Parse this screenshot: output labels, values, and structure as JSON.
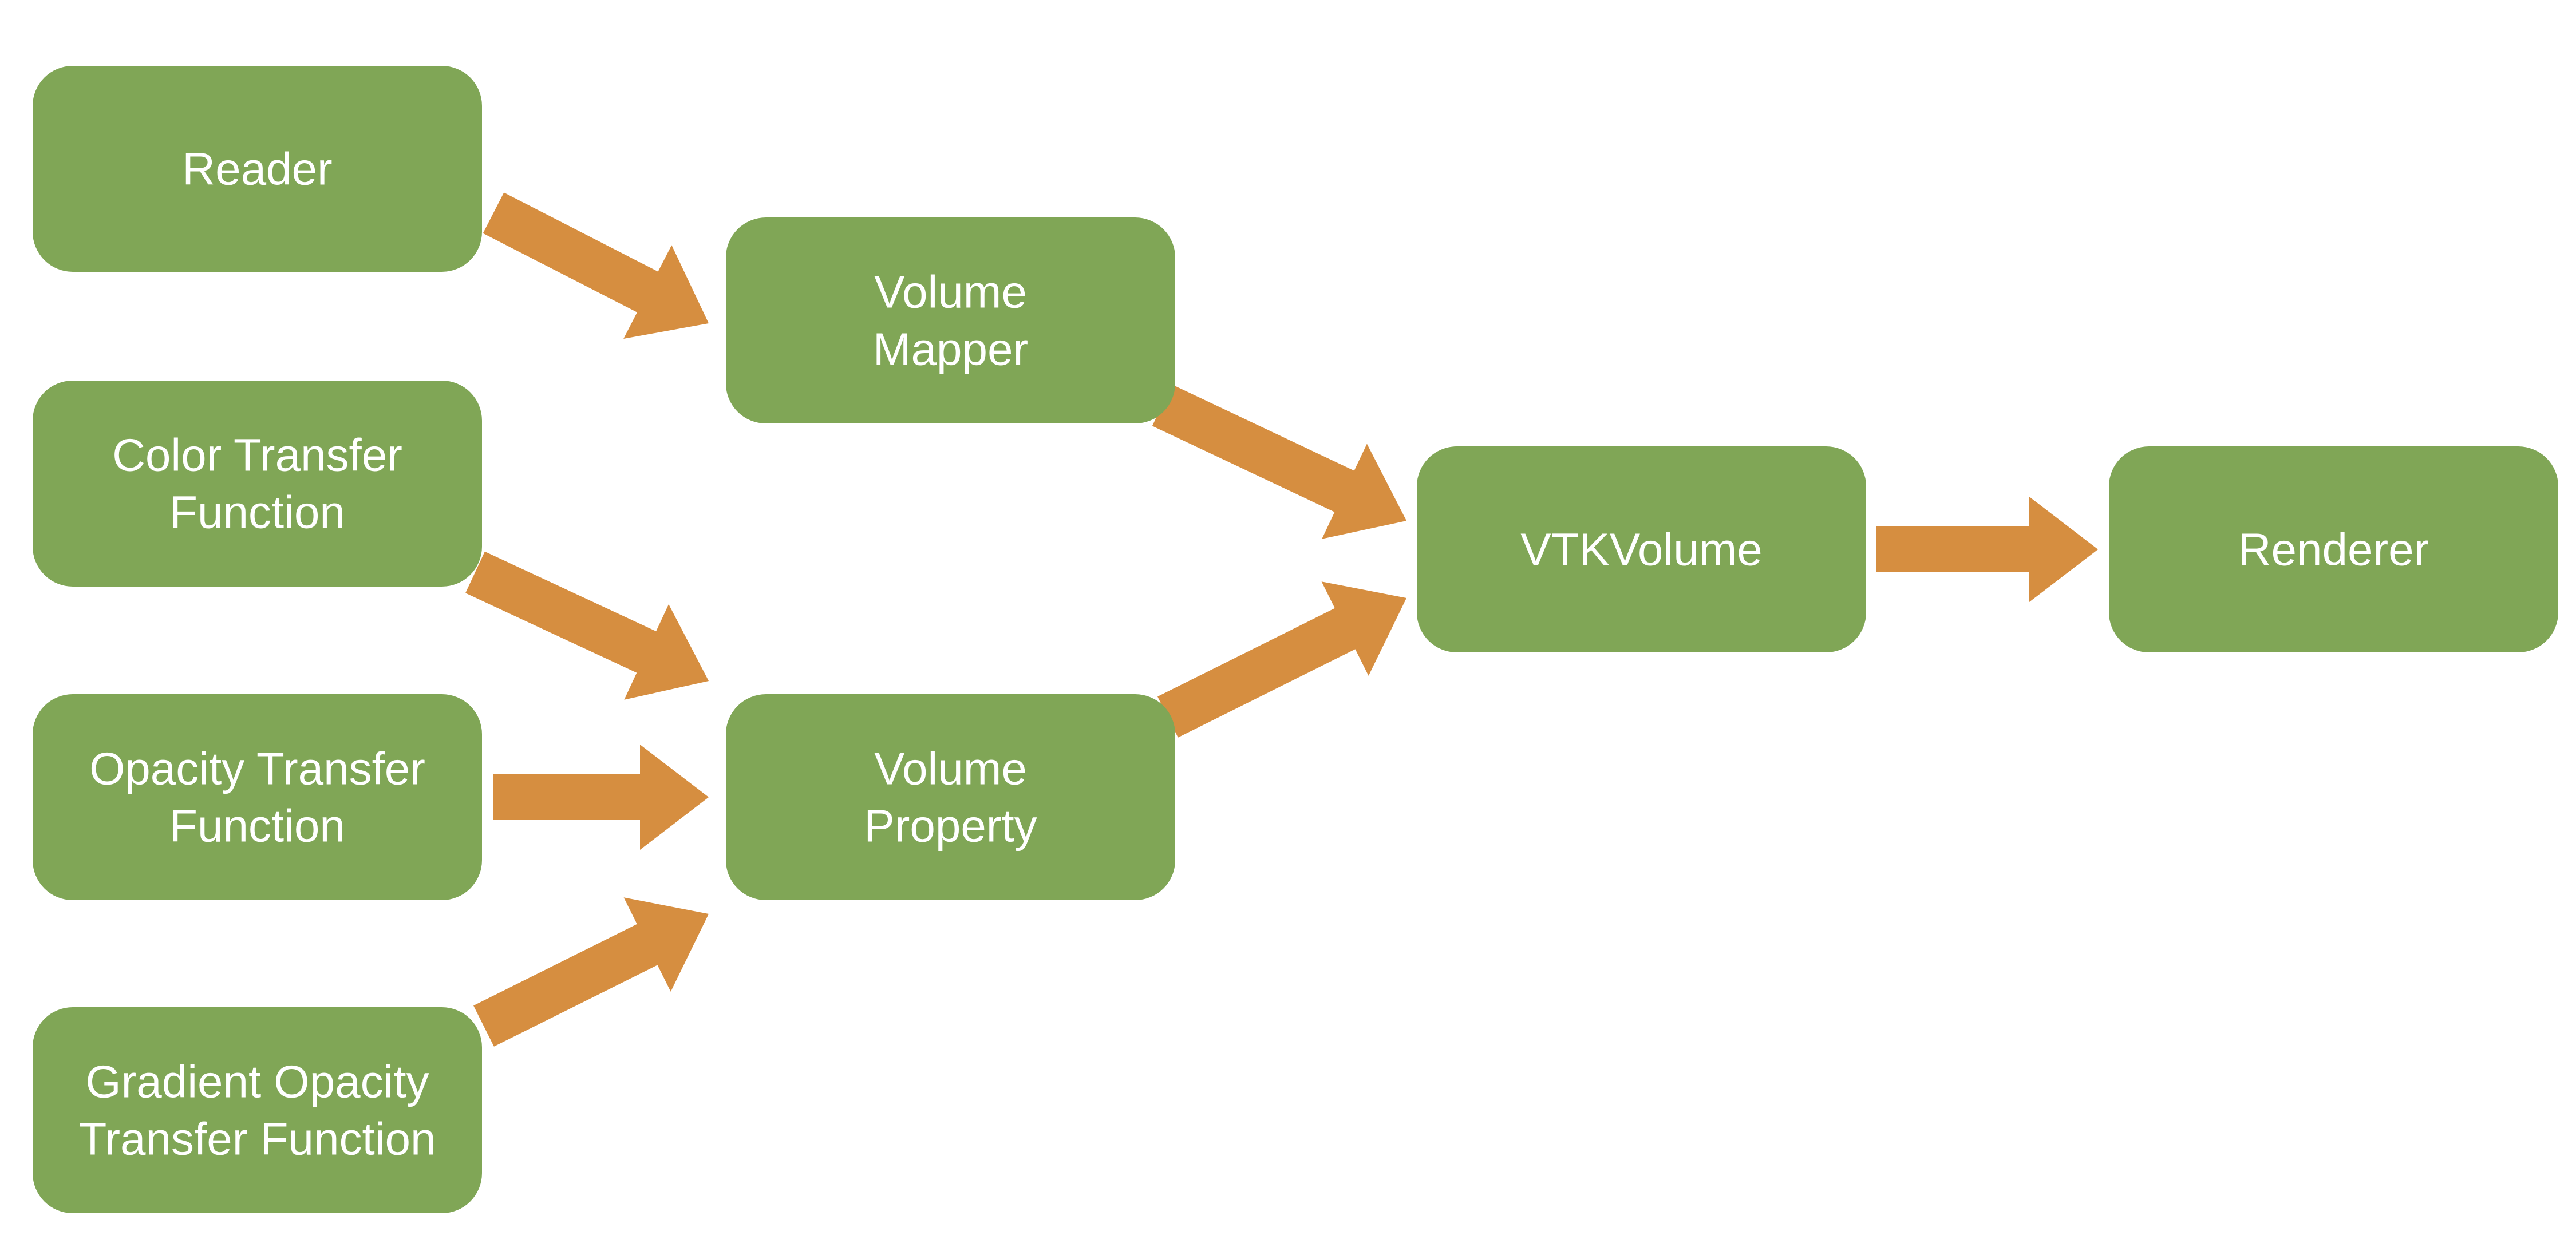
{
  "colors": {
    "node_fill": "#80A656",
    "edge_fill": "#D68E40",
    "text": "#FFFFFF",
    "background": "#FFFFFF"
  },
  "nodes": [
    {
      "id": "reader",
      "lines": [
        "Reader"
      ]
    },
    {
      "id": "color-transfer-function",
      "lines": [
        "Color Transfer",
        "Function"
      ]
    },
    {
      "id": "opacity-transfer-function",
      "lines": [
        "Opacity Transfer",
        "Function"
      ]
    },
    {
      "id": "gradient-opacity-transfer-function",
      "lines": [
        "Gradient Opacity",
        "Transfer Function"
      ]
    },
    {
      "id": "volume-mapper",
      "lines": [
        "Volume",
        "Mapper"
      ]
    },
    {
      "id": "volume-property",
      "lines": [
        "Volume",
        "Property"
      ]
    },
    {
      "id": "vtkvolume",
      "lines": [
        "VTKVolume"
      ]
    },
    {
      "id": "renderer",
      "lines": [
        "Renderer"
      ]
    }
  ],
  "edges": [
    {
      "from": "reader",
      "to": "volume-mapper"
    },
    {
      "from": "color-transfer-function",
      "to": "volume-property"
    },
    {
      "from": "opacity-transfer-function",
      "to": "volume-property"
    },
    {
      "from": "gradient-opacity-transfer-function",
      "to": "volume-property"
    },
    {
      "from": "volume-mapper",
      "to": "vtkvolume"
    },
    {
      "from": "volume-property",
      "to": "vtkvolume"
    },
    {
      "from": "vtkvolume",
      "to": "renderer"
    }
  ]
}
